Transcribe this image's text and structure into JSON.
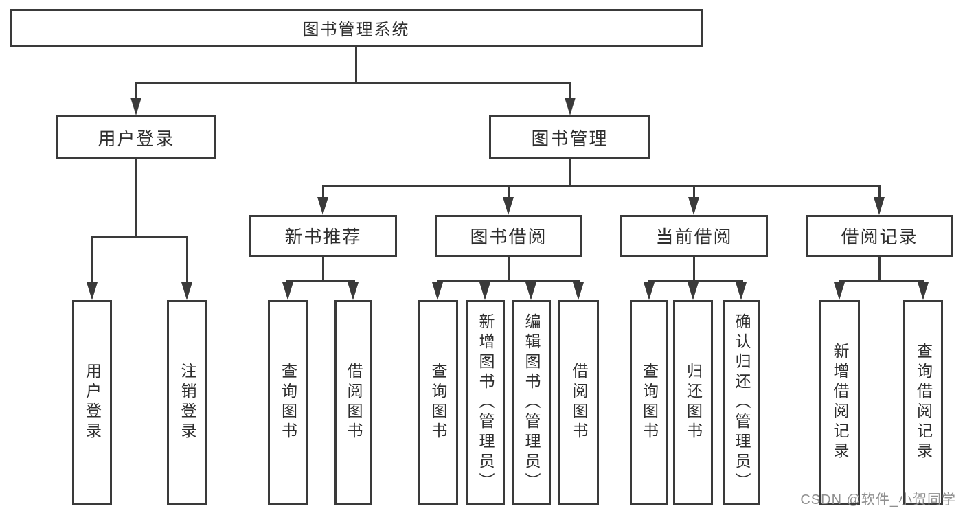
{
  "title": {
    "label": "图书管理系统"
  },
  "level2": [
    {
      "label": "用户登录"
    },
    {
      "label": "图书管理"
    }
  ],
  "level3": [
    {
      "label": "新书推荐",
      "parent": "图书管理"
    },
    {
      "label": "图书借阅",
      "parent": "图书管理"
    },
    {
      "label": "当前借阅",
      "parent": "图书管理"
    },
    {
      "label": "借阅记录",
      "parent": "图书管理"
    }
  ],
  "leaves": [
    {
      "label": "用户登录",
      "parent": "用户登录"
    },
    {
      "label": "注销登录",
      "parent": "用户登录"
    },
    {
      "label": "查询图书",
      "parent": "新书推荐"
    },
    {
      "label": "借阅图书",
      "parent": "新书推荐"
    },
    {
      "label": "查询图书",
      "parent": "图书借阅"
    },
    {
      "label": "新增图书（管理员）",
      "parent": "图书借阅"
    },
    {
      "label": "编辑图书（管理员）",
      "parent": "图书借阅"
    },
    {
      "label": "借阅图书",
      "parent": "图书借阅"
    },
    {
      "label": "查询图书",
      "parent": "当前借阅"
    },
    {
      "label": "归还图书",
      "parent": "当前借阅"
    },
    {
      "label": "确认归还（管理员）",
      "parent": "当前借阅"
    },
    {
      "label": "新增借阅记录",
      "parent": "借阅记录"
    },
    {
      "label": "查询借阅记录",
      "parent": "借阅记录"
    }
  ],
  "watermark": {
    "text": "CSDN @软件_小贺同学"
  },
  "colors": {
    "line": "#3a3a3a",
    "text": "#2e2e2e",
    "background": "#ffffff",
    "watermark": "#8f8f8f"
  }
}
